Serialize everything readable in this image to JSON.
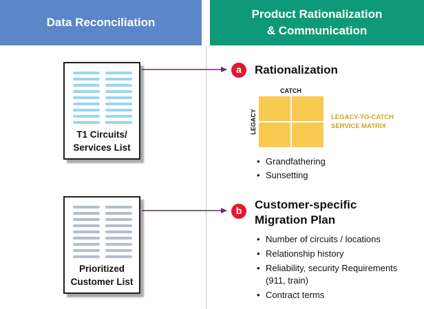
{
  "headers": {
    "left": "Data Reconciliation",
    "right_line1": "Product Rationalization",
    "right_line2": "& Communication"
  },
  "documents": [
    {
      "label_line1": "T1 Circuits/",
      "label_line2": "Services List",
      "color": "#9ad6ee"
    },
    {
      "label_line1": "Prioritized",
      "label_line2": "Customer List",
      "color": "#b4becc"
    }
  ],
  "sections": [
    {
      "badge": "a",
      "title": "Rationalization",
      "matrix": {
        "top_label": "CATCH",
        "side_label": "LEGACY",
        "caption_line1": "LEGACY-TO-CATCH",
        "caption_line2": "SERVICE MATRIX",
        "color": "#f8ca4f"
      },
      "bullets": [
        "Grandfathering",
        "Sunsetting"
      ]
    },
    {
      "badge": "b",
      "title_line1": "Customer-specific",
      "title_line2": "Migration Plan",
      "bullets": [
        "Number of circuits / locations",
        "Relationship history",
        "Reliability, security Requirements",
        "Contract terms"
      ],
      "bullet_continuation": "(911, train)"
    }
  ],
  "colors": {
    "header_left": "#5b86c7",
    "header_right": "#0e9a78",
    "arrow": "#6a2a6e",
    "badge": "#e2182f",
    "caption": "#d1a21a"
  }
}
